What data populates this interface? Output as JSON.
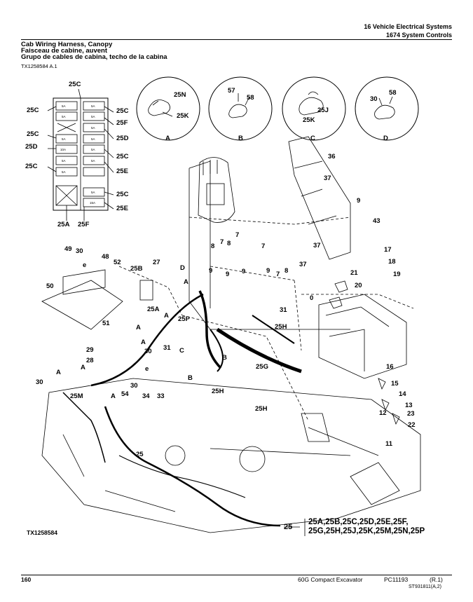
{
  "header": {
    "section": "16 Vehicle Electrical Systems",
    "subsection": "1674 System Controls"
  },
  "titles": {
    "en": "Cab Wiring Harness, Canopy",
    "fr": "Faisceau de cabine, auvent",
    "es": "Grupo de cables de cabina, techo de la cabina"
  },
  "figure_id_top": "TX1258584 A.1",
  "figure_id_bottom": "TX1258584",
  "footer": {
    "page": "160",
    "model": "60G Compact Excavator",
    "catalog": "PC11193",
    "revision": "(R.1)",
    "code": "ST931811(A,2)"
  },
  "detail_views": [
    "A",
    "B",
    "C",
    "D"
  ],
  "fuse_panel_labels": {
    "fuses": [
      "5A",
      "5A",
      "5A",
      "10A",
      "5A",
      "5A",
      "5A",
      "5A",
      "5A",
      "5A",
      "5A",
      "5A",
      "5A",
      "15A"
    ]
  },
  "parts_note": {
    "callout": "25",
    "line1": "25A,25B,25C,25D,25E,25F,",
    "line2": "25G,25H,25J,25K,25M,25N,25P"
  },
  "callouts": {
    "c1": "25C",
    "c2": "25C",
    "c3": "25C",
    "c4": "25F",
    "c5": "25C",
    "c6": "25D",
    "c7": "25D",
    "c8": "25C",
    "c9": "25C",
    "c10": "25E",
    "c11": "25C",
    "c12": "25E",
    "c13": "25A",
    "c14": "25F",
    "c15": "25N",
    "c16": "25K",
    "c17": "57",
    "c18": "58",
    "c19": "25J",
    "c20": "25K",
    "c21": "30",
    "c22": "58",
    "c23": "36",
    "c24": "37",
    "c25": "9",
    "c26": "43",
    "c27": "37",
    "c28": "37",
    "c29": "17",
    "c30": "18",
    "c31": "19",
    "c32": "21",
    "c33": "20",
    "c34": "0",
    "c35": "49",
    "c36": "30",
    "c37": "48",
    "c38": "52",
    "c39": "50",
    "c40": "51",
    "c41": "e",
    "c42": "25B",
    "c43": "27",
    "c44": "25A",
    "c45": "D",
    "c46": "7",
    "c47": "8",
    "c48": "7",
    "c49": "8",
    "c50": "7",
    "c51": "9",
    "c52": "9",
    "c53": "9",
    "c54": "9",
    "c55": "7",
    "c56": "8",
    "c57": "A",
    "c58": "31",
    "c59": "25H",
    "c60": "25P",
    "c61": "A",
    "c62": "A",
    "c63": "29",
    "c64": "28",
    "c65": "30",
    "c66": "31",
    "c67": "C",
    "c68": "A",
    "c69": "30",
    "c70": "e",
    "c71": "25M",
    "c72": "54",
    "c73": "30",
    "c74": "34",
    "c75": "33",
    "c76": "A",
    "c77": "B",
    "c78": "B",
    "c79": "25G",
    "c80": "25H",
    "c81": "25H",
    "c82": "16",
    "c83": "15",
    "c84": "14",
    "c85": "13",
    "c86": "12",
    "c87": "23",
    "c88": "22",
    "c89": "11",
    "c90": "25",
    "c91": "A",
    "c92": "A"
  }
}
